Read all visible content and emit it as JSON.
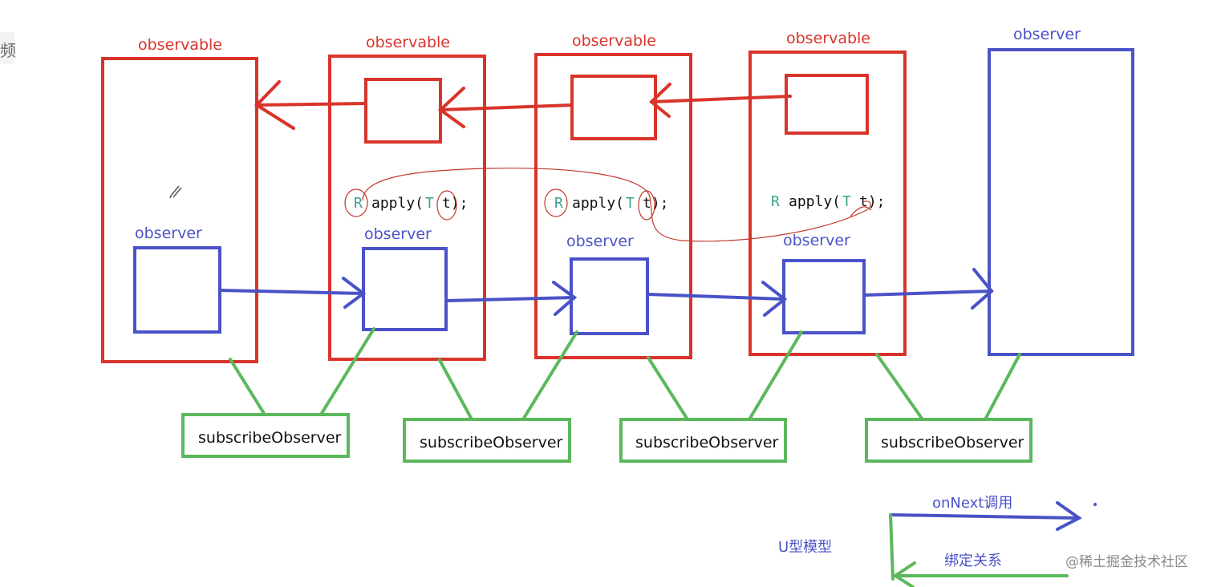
{
  "colors": {
    "observable": "#d9342b",
    "observer": "#4a52c8",
    "subscribe": "#5cb85c",
    "code_type": "#3aa08e"
  },
  "side_char": "频",
  "observables": [
    {
      "label": "observable",
      "inner_observer_label": "observer",
      "has_map_box": false,
      "code": null
    },
    {
      "label": "observable",
      "inner_observer_label": "observer",
      "has_map_box": true,
      "code": {
        "ret_type": "R",
        "method": "apply(",
        "param_type": "T",
        "param": "t);"
      }
    },
    {
      "label": "observable",
      "inner_observer_label": "observer",
      "has_map_box": true,
      "code": {
        "ret_type": "R",
        "method": "apply(",
        "param_type": "T",
        "param": "t);"
      }
    },
    {
      "label": "observable",
      "inner_observer_label": "observer",
      "has_map_box": true,
      "code": {
        "ret_type": "R",
        "method": "apply(",
        "param_type": "T",
        "param": "t);"
      }
    }
  ],
  "final_observer": {
    "label": "observer"
  },
  "subscribe_boxes": [
    {
      "label": "subscribeObserver"
    },
    {
      "label": "subscribeObserver"
    },
    {
      "label": "subscribeObserver"
    },
    {
      "label": "subscribeObserver"
    }
  ],
  "legend": {
    "onnext_label": "onNext调用",
    "bind_label": "绑定关系",
    "model_label": "U型模型"
  },
  "watermark": "@稀土掘金技术社区"
}
